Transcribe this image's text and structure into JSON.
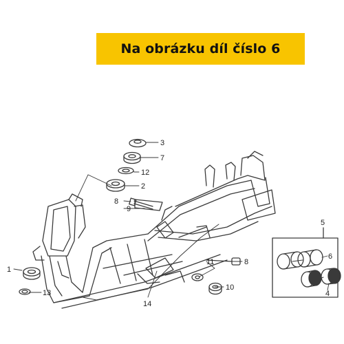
{
  "banner": {
    "text": "Na obrázku díl číslo 6",
    "background": "#f8c400"
  },
  "callouts": {
    "c1": "1",
    "c2": "2",
    "c3": "3",
    "c4": "4",
    "c5": "5",
    "c6": "6",
    "c7": "7",
    "c8a": "8",
    "c8b": "8",
    "c9": "9",
    "c10": "10",
    "c11": "11",
    "c12": "12",
    "c13": "13",
    "c14": "14"
  },
  "colors": {
    "line": "#3a3a3a",
    "highlight": "#f8c400"
  }
}
